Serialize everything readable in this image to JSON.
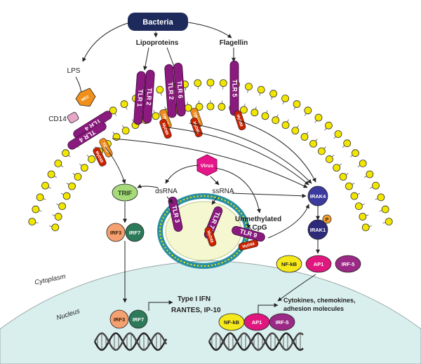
{
  "labels": {
    "bacteria": "Bacteria",
    "lipoproteins": "Lipoproteins",
    "flagellin": "Flagellin",
    "lps": "LPS",
    "cd14": "CD14",
    "md2": "MD2",
    "virus": "Virus",
    "dsrna": "dsRNA",
    "ssrna": "ssRNA",
    "unmethylated": "Unmethylated",
    "cpg": "CpG",
    "trif": "TRIF",
    "irf3": "IRF3",
    "irf7": "IRF7",
    "irak4": "IRAK4",
    "irak1": "IRAK1",
    "phospho": "P",
    "nfkb": "NF-kB",
    "ap1": "AP1",
    "irf5": "IRF-5",
    "cytoplasm": "Cytoplasm",
    "nucleus": "Nucleus",
    "ifn_line1": "Type I IFN",
    "ifn_line2": "RANTES, IP-10",
    "cyto_line1": "Cytokines, chemokines,",
    "cyto_line2": "adhesion molecules",
    "tirap": "TIRAP",
    "myd88": "MyD88"
  },
  "receptors": {
    "tlr4_a": "TLR 4",
    "tlr4_b": "TLR 4",
    "tlr1": "TLR 1",
    "tlr2_a": "TLR 2",
    "tlr2_b": "TLR 2",
    "tlr6": "TLR 6",
    "tlr5": "TLR 5",
    "tlr3": "TLR 3",
    "tlr78": "TLR 7/8",
    "tlr9": "TLR 9"
  },
  "colors": {
    "tlr": "#8a1a7e",
    "lipid_head": "#f2e600",
    "bacteria_box": "#1d2a5b",
    "virus": "#e6158a",
    "trif": "#a6d97a",
    "irf3": "#f4a070",
    "irf7": "#2d7a5a",
    "irak4": "#3b3a9e",
    "irak1": "#2e2a7a",
    "phospho": "#f2a030",
    "nfkb": "#f5e81b",
    "ap1": "#e0177f",
    "irf5": "#9a2a85",
    "myd88": "#cc2200",
    "tirap": "#f08a1a",
    "md2": "#f0901a",
    "cd14": "#e8a6c8",
    "nucleus": "#d9efed",
    "endosome_ring": "#2a8fa0",
    "endosome_fill": "#f5f7d0"
  }
}
